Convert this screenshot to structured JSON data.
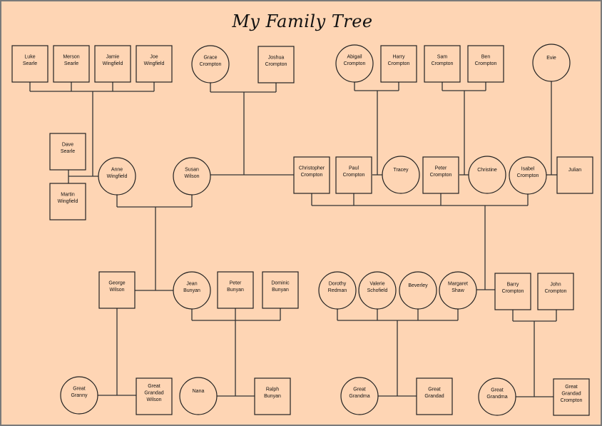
{
  "title": "My Family Tree",
  "people": {
    "luke": [
      "Luke",
      "Searle"
    ],
    "merson": [
      "Merson",
      "Searle"
    ],
    "jamie": [
      "Jamie",
      "Wingfield"
    ],
    "joe": [
      "Joe",
      "Wingfield"
    ],
    "grace": [
      "Grace",
      "Crompton"
    ],
    "joshua": [
      "Joshua",
      "Crompton"
    ],
    "abigail": [
      "Abigail",
      "Crompton"
    ],
    "harry": [
      "Harry",
      "Crompton"
    ],
    "sam": [
      "Sam",
      "Crompton"
    ],
    "ben": [
      "Ben",
      "Crompton"
    ],
    "evie": [
      "Evie"
    ],
    "dave": [
      "Dave",
      "Searle"
    ],
    "martin": [
      "Martin",
      "Wingfield"
    ],
    "anne": [
      "Anne",
      "Wingfield"
    ],
    "susan": [
      "Susan",
      "Wilson"
    ],
    "christopher": [
      "Christopher",
      "Crompton"
    ],
    "paul": [
      "Paul",
      "Crompton"
    ],
    "tracey": [
      "Tracey"
    ],
    "peterc": [
      "Peter",
      "Crompton"
    ],
    "christine": [
      "Christine"
    ],
    "isabel": [
      "Isabel",
      "Crompton"
    ],
    "julian": [
      "Julian"
    ],
    "george": [
      "George",
      "Wilson"
    ],
    "jean": [
      "Jean",
      "Bunyan"
    ],
    "peterb": [
      "Peter",
      "Bunyan"
    ],
    "dominic": [
      "Dominic",
      "Bunyan"
    ],
    "dorothy": [
      "Dorothy",
      "Redman"
    ],
    "valerie": [
      "Valerie",
      "Schofield"
    ],
    "beverley": [
      "Beverley"
    ],
    "margaret": [
      "Margaret",
      "Shaw"
    ],
    "barry": [
      "Barry",
      "Crompton"
    ],
    "john": [
      "John",
      "Crompton"
    ],
    "greatgranny": [
      "Great",
      "Granny"
    ],
    "greatgrandadwilson": [
      "Great",
      "Grandad",
      "Wilson"
    ],
    "nana": [
      "Nana"
    ],
    "ralph": [
      "Ralph",
      "Bunyan"
    ],
    "greatgrandma1": [
      "Great",
      "Grandma"
    ],
    "greatgrandad": [
      "Great",
      "Grandad"
    ],
    "greatgrandma2": [
      "Great",
      "Grandma"
    ],
    "greatgrandadcrompton": [
      "Great",
      "Grandad",
      "Crompton"
    ]
  },
  "colors": {
    "background": "#fed5b4",
    "line": "#333333"
  }
}
